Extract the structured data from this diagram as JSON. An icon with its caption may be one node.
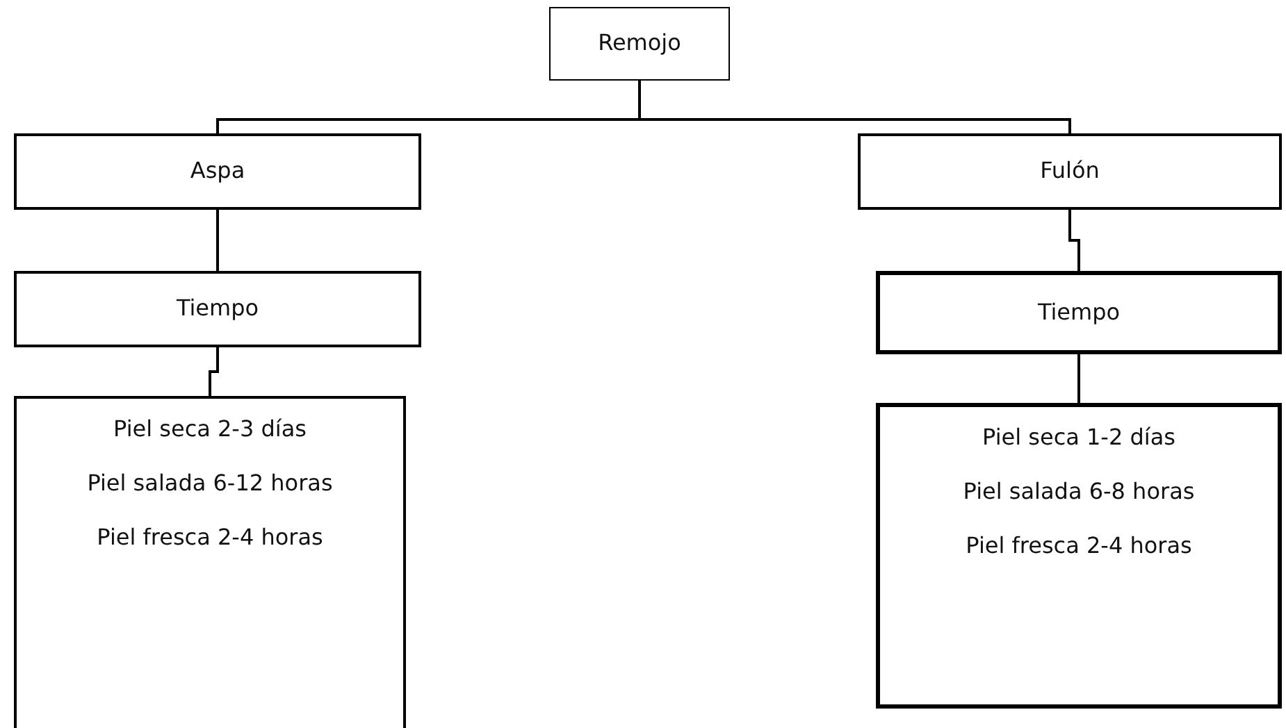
{
  "diagram": {
    "nodes": [
      {
        "text": [
          "Remojo"
        ]
      },
      {
        "text": [
          "Aspa"
        ]
      },
      {
        "text": [
          "Fulón"
        ]
      },
      {
        "text": [
          "Tiempo"
        ]
      },
      {
        "text": [
          "Piel seca 2-3 días",
          "Piel salada 6-12 horas",
          "Piel fresca 2-4 horas"
        ]
      },
      {
        "text": [
          "Tiempo"
        ]
      },
      {
        "text": [
          "Piel seca 1-2 días",
          "Piel salada 6-8 horas",
          "Piel fresca 2-4 horas"
        ]
      }
    ],
    "edges": [
      {
        "from": 0,
        "to": 1,
        "arrow": "none"
      },
      {
        "from": 0,
        "to": 2,
        "arrow": "none"
      },
      {
        "from": 1,
        "to": 3,
        "arrow": "none"
      },
      {
        "from": 3,
        "to": 4,
        "arrow": "none"
      },
      {
        "from": 2,
        "to": 5,
        "arrow": "none"
      },
      {
        "from": 5,
        "to": 6,
        "arrow": "none"
      }
    ]
  }
}
